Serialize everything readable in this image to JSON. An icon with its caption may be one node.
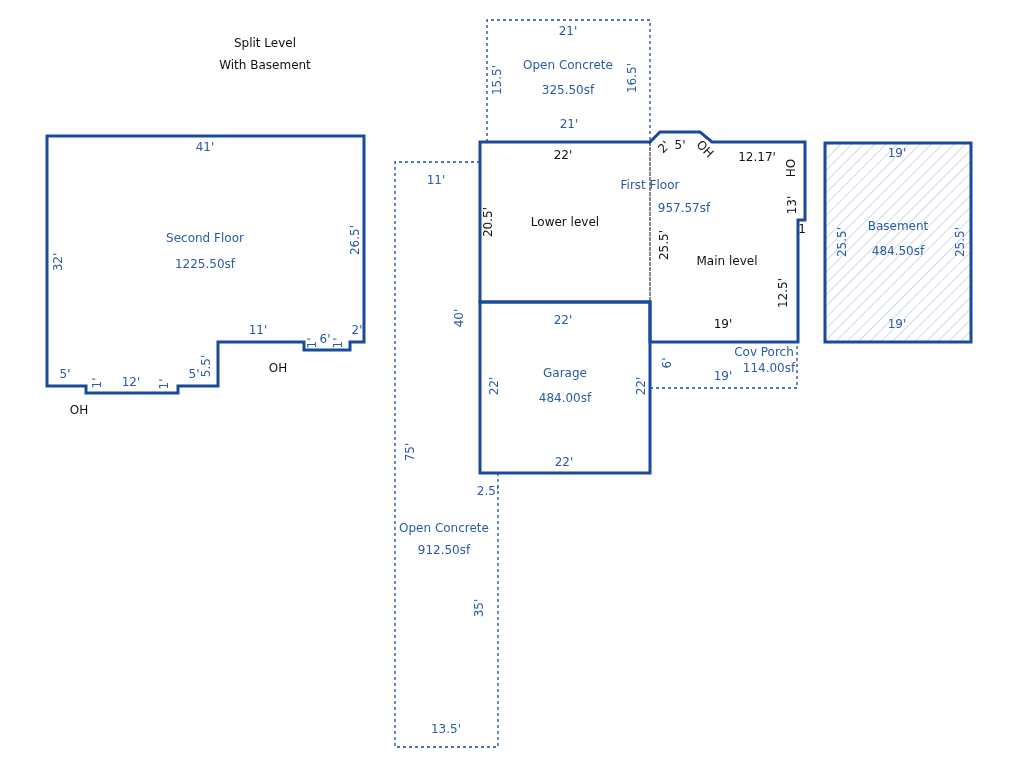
{
  "diagram": {
    "title": "Split Level With Basement",
    "nodes": [
      {
        "text": [
          "Second Floor",
          "1225.50sf"
        ]
      },
      {
        "text": [
          "Open Concrete",
          "325.50sf"
        ]
      },
      {
        "text": [
          "First Floor",
          "957.57sf"
        ]
      },
      {
        "text": [
          "Lower level"
        ],
        "in": 2
      },
      {
        "text": [
          "Main level"
        ],
        "in": 2
      },
      {
        "text": [
          "Garage",
          "484.00sf"
        ]
      },
      {
        "text": [
          "Cov Porch",
          "114.00sf"
        ]
      },
      {
        "text": [
          "Basement",
          "484.50sf"
        ]
      },
      {
        "text": [
          "Open Concrete",
          "912.50sf"
        ]
      }
    ],
    "labels": [
      "21'",
      "15.5'",
      "16.5'",
      "21'",
      "41'",
      "22'",
      "2'",
      "5'",
      "OH",
      "12.17'",
      "OH",
      "19'",
      "11'",
      "13'",
      "20.5'",
      "1",
      "26.5'",
      "25.5'",
      "25.5'",
      "25.5'",
      "32'",
      "12.5'",
      "40'",
      "22'",
      "19'",
      "19'",
      "11'",
      "1'",
      "6'",
      "1'",
      "2'",
      "5'",
      "1'",
      "12'",
      "1'",
      "5'",
      "5.5'",
      "OH",
      "22'",
      "22'",
      "6'",
      "19'",
      "OH",
      "75'",
      "22'",
      "2.5'",
      "35'",
      "13.5'"
    ]
  }
}
